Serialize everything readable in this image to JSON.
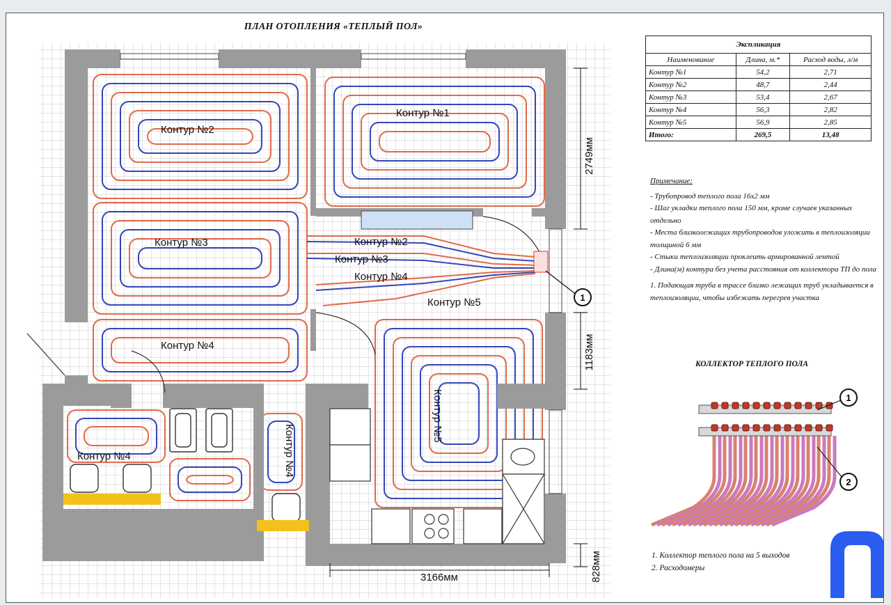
{
  "title": "ПЛАН ОТОПЛЕНИЯ «ТЕПЛЫЙ ПОЛ»",
  "plan": {
    "circuit_labels": [
      "Контур №1",
      "Контур №2",
      "Контур №3",
      "Контур №4",
      "Контур №5"
    ],
    "dimensions": {
      "d1": "2749мм",
      "d2": "1183мм",
      "d3": "3166мм",
      "d4": "828мм"
    },
    "marker": "1"
  },
  "explication": {
    "title": "Экспликация",
    "headers": [
      "Наименование",
      "Длина, м.*",
      "Расход воды, л/м"
    ],
    "rows": [
      [
        "Контур №1",
        "54,2",
        "2,71"
      ],
      [
        "Контур №2",
        "48,7",
        "2,44"
      ],
      [
        "Контур №3",
        "53,4",
        "2,67"
      ],
      [
        "Контур №4",
        "56,3",
        "2,82"
      ],
      [
        "Контур №5",
        "56,9",
        "2,85"
      ]
    ],
    "total": [
      "Итого:",
      "269,5",
      "13,48"
    ]
  },
  "notes": {
    "heading": "Примечание:",
    "items": [
      "- Трубопровод теплого пола 16х2 мм",
      "- Шаг укладки теплого пола 150 мм, кроме случаев указанных отдельно",
      "- Места близколежащих трубопроводов уложить в теплоизоляции толщиной 6 мм",
      "- Стыки теплоизоляции проклеить армированной лентой",
      "- Длина(м) контура без учета расстояния от коллектора ТП до пола"
    ],
    "warning": "1. Подающая труба в трассе близко лежащих труб укладывается в теплоизоляции, чтобы избежать перегрев участка"
  },
  "collector": {
    "title": "КОЛЛЕКТОР ТЕПЛОГО ПОЛА",
    "marker1": "1",
    "marker2": "2",
    "legend": [
      "1.  Коллектор теплого пола на 5 выходов",
      "2.  Расходомеры"
    ]
  },
  "colors": {
    "supply": "#e06a4a",
    "return": "#3446b8",
    "wall": "#9b9b9b",
    "grid": "#c9c9c9",
    "insulation": "#f2c21b",
    "logo": "#2a5cf0"
  }
}
